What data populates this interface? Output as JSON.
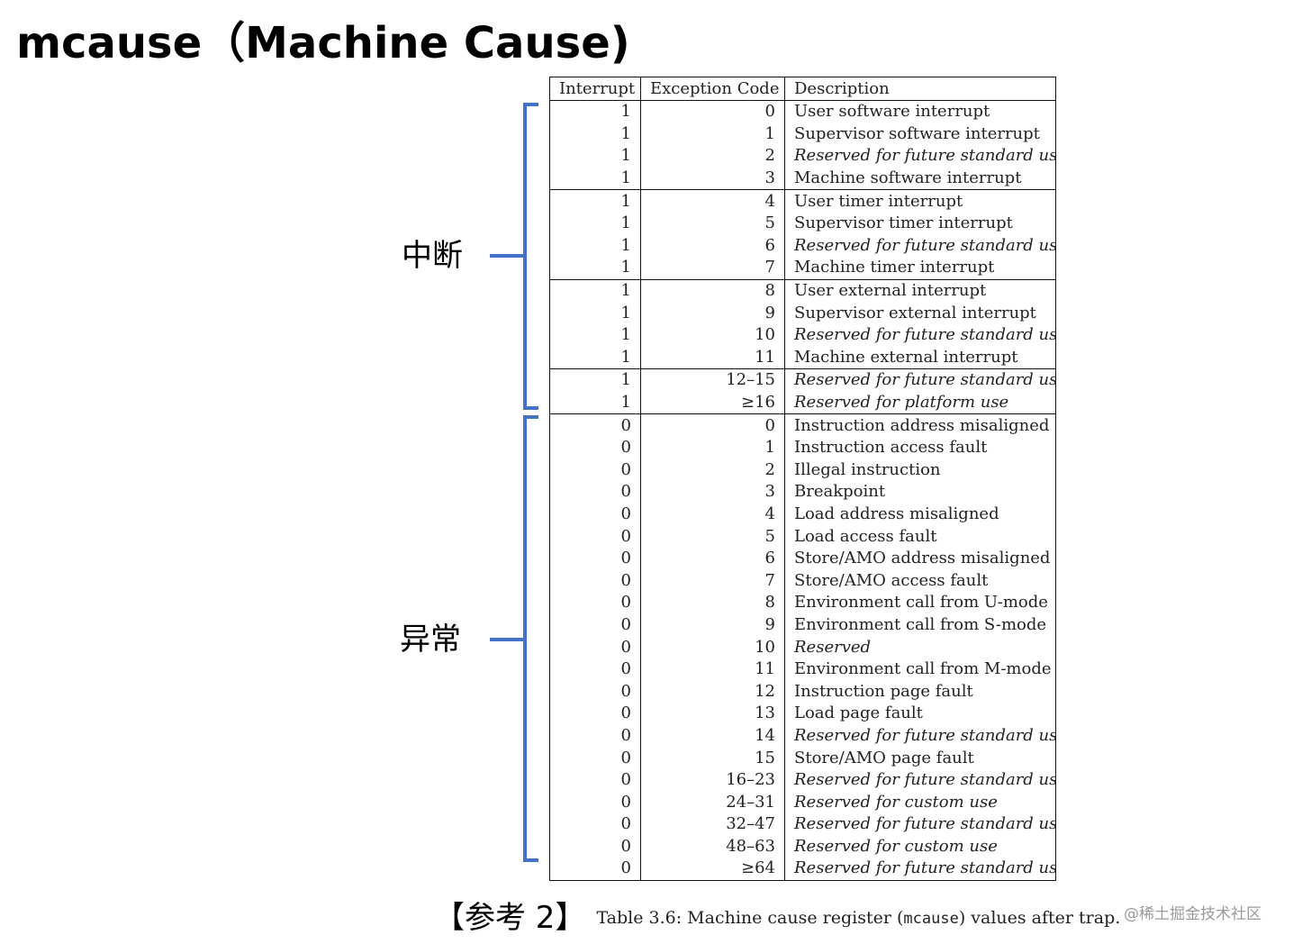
{
  "title": "mcause（Machine Cause)",
  "labels": {
    "interrupts": "中断",
    "exceptions": "异常"
  },
  "colors": {
    "brace": "#4472C4"
  },
  "table": {
    "headers": [
      "Interrupt",
      "Exception Code",
      "Description"
    ],
    "rows": [
      {
        "interrupt": "1",
        "code": "0",
        "desc": "User software interrupt"
      },
      {
        "interrupt": "1",
        "code": "1",
        "desc": "Supervisor software interrupt"
      },
      {
        "interrupt": "1",
        "code": "2",
        "desc": "Reserved for future standard use",
        "italic": true
      },
      {
        "interrupt": "1",
        "code": "3",
        "desc": "Machine software interrupt"
      },
      {
        "interrupt": "1",
        "code": "4",
        "desc": "User timer interrupt",
        "group_start": true
      },
      {
        "interrupt": "1",
        "code": "5",
        "desc": "Supervisor timer interrupt"
      },
      {
        "interrupt": "1",
        "code": "6",
        "desc": "Reserved for future standard use",
        "italic": true
      },
      {
        "interrupt": "1",
        "code": "7",
        "desc": "Machine timer interrupt"
      },
      {
        "interrupt": "1",
        "code": "8",
        "desc": "User external interrupt",
        "group_start": true
      },
      {
        "interrupt": "1",
        "code": "9",
        "desc": "Supervisor external interrupt"
      },
      {
        "interrupt": "1",
        "code": "10",
        "desc": "Reserved for future standard use",
        "italic": true
      },
      {
        "interrupt": "1",
        "code": "11",
        "desc": "Machine external interrupt"
      },
      {
        "interrupt": "1",
        "code": "12–15",
        "desc": "Reserved for future standard use",
        "italic": true,
        "group_start": true
      },
      {
        "interrupt": "1",
        "code": "≥16",
        "desc": "Reserved for platform use",
        "italic": true
      },
      {
        "interrupt": "0",
        "code": "0",
        "desc": "Instruction address misaligned",
        "group_start": true
      },
      {
        "interrupt": "0",
        "code": "1",
        "desc": "Instruction access fault"
      },
      {
        "interrupt": "0",
        "code": "2",
        "desc": "Illegal instruction"
      },
      {
        "interrupt": "0",
        "code": "3",
        "desc": "Breakpoint"
      },
      {
        "interrupt": "0",
        "code": "4",
        "desc": "Load address misaligned"
      },
      {
        "interrupt": "0",
        "code": "5",
        "desc": "Load access fault"
      },
      {
        "interrupt": "0",
        "code": "6",
        "desc": "Store/AMO address misaligned"
      },
      {
        "interrupt": "0",
        "code": "7",
        "desc": "Store/AMO access fault"
      },
      {
        "interrupt": "0",
        "code": "8",
        "desc": "Environment call from U-mode"
      },
      {
        "interrupt": "0",
        "code": "9",
        "desc": "Environment call from S-mode"
      },
      {
        "interrupt": "0",
        "code": "10",
        "desc": "Reserved",
        "italic": true
      },
      {
        "interrupt": "0",
        "code": "11",
        "desc": "Environment call from M-mode"
      },
      {
        "interrupt": "0",
        "code": "12",
        "desc": "Instruction page fault"
      },
      {
        "interrupt": "0",
        "code": "13",
        "desc": "Load page fault"
      },
      {
        "interrupt": "0",
        "code": "14",
        "desc": "Reserved for future standard use",
        "italic": true
      },
      {
        "interrupt": "0",
        "code": "15",
        "desc": "Store/AMO page fault"
      },
      {
        "interrupt": "0",
        "code": "16–23",
        "desc": "Reserved for future standard use",
        "italic": true
      },
      {
        "interrupt": "0",
        "code": "24–31",
        "desc": "Reserved for custom use",
        "italic": true
      },
      {
        "interrupt": "0",
        "code": "32–47",
        "desc": "Reserved for future standard use",
        "italic": true
      },
      {
        "interrupt": "0",
        "code": "48–63",
        "desc": "Reserved for custom use",
        "italic": true
      },
      {
        "interrupt": "0",
        "code": "≥64",
        "desc": "Reserved for future standard use",
        "italic": true
      }
    ]
  },
  "caption": {
    "ref": "【参考 2】",
    "pre": "Table 3.6: Machine cause register (",
    "code": "mcause",
    "post": ") values after trap."
  },
  "watermark": "@稀土掘金技术社区"
}
